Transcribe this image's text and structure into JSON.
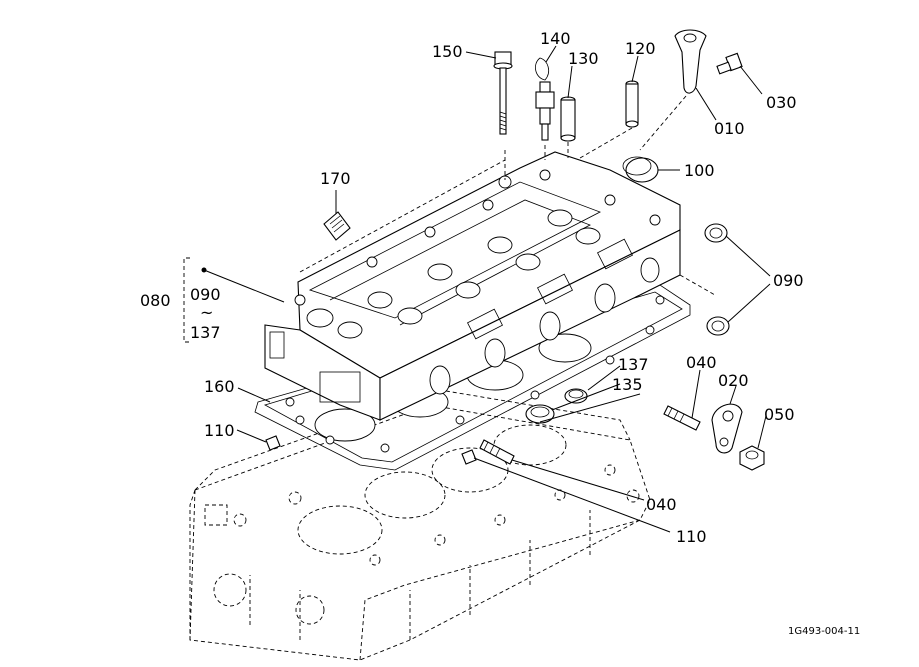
{
  "diagram": {
    "reference_code": "1G493-004-11",
    "group_bracket": {
      "outer_label": "080",
      "range_start": "090",
      "range_symbol": "~",
      "range_end": "137"
    },
    "callouts": {
      "p010": "010",
      "p020": "020",
      "p030": "030",
      "p040_top": "040",
      "p040_low": "040",
      "p050": "050",
      "p090": "090",
      "p100": "100",
      "p110_left": "110",
      "p110_right": "110",
      "p120": "120",
      "p130": "130",
      "p135": "135",
      "p137": "137",
      "p140": "140",
      "p150": "150",
      "p160": "160",
      "p170": "170"
    }
  }
}
